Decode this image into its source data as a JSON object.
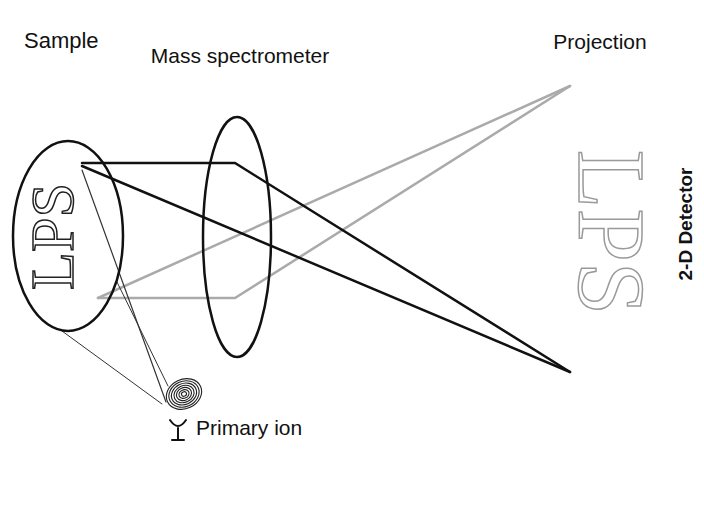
{
  "diagram": {
    "nodes": [
      {
        "text": [
          "Sample",
          "LPS"
        ]
      },
      {
        "text": [
          "Mass spectrometer"
        ]
      }
    ],
    "labels": [
      "Projection",
      "LPS",
      "2-D Detector",
      "Primary ion"
    ]
  }
}
